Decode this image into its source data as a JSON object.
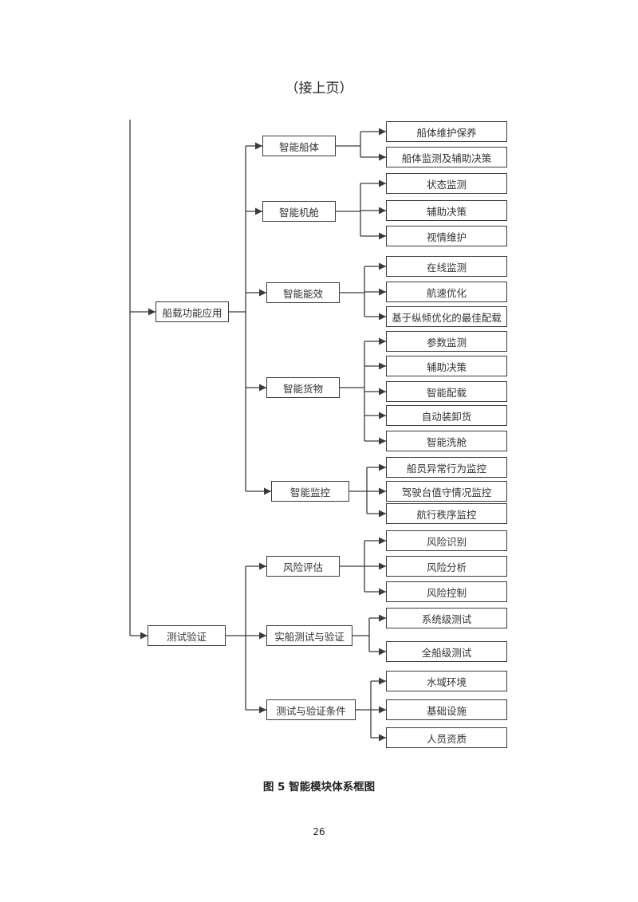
{
  "header": {
    "continued": "（接上页）"
  },
  "groups": [
    {
      "label": "船载功能应用",
      "children": [
        {
          "label": "智能船体",
          "items": [
            "船体维护保养",
            "船体监测及辅助决策"
          ]
        },
        {
          "label": "智能机舱",
          "items": [
            "状态监测",
            "辅助决策",
            "视情维护"
          ]
        },
        {
          "label": "智能能效",
          "items": [
            "在线监测",
            "航速优化",
            "基于纵倾优化的最佳配载"
          ]
        },
        {
          "label": "智能货物",
          "items": [
            "参数监测",
            "辅助决策",
            "智能配载",
            "自动装卸货",
            "智能洗舱"
          ]
        },
        {
          "label": "智能监控",
          "items": [
            "船员异常行为监控",
            "驾驶台值守情况监控",
            "航行秩序监控"
          ]
        }
      ]
    },
    {
      "label": "测试验证",
      "children": [
        {
          "label": "风险评估",
          "items": [
            "风险识别",
            "风险分析",
            "风险控制"
          ]
        },
        {
          "label": "实船测试与验证",
          "items": [
            "系统级测试",
            "全船级测试"
          ]
        },
        {
          "label": "测试与验证条件",
          "items": [
            "水域环境",
            "基础设施",
            "人员资质"
          ]
        }
      ]
    }
  ],
  "caption": "图 5 智能模块体系框图",
  "page_number": "26"
}
